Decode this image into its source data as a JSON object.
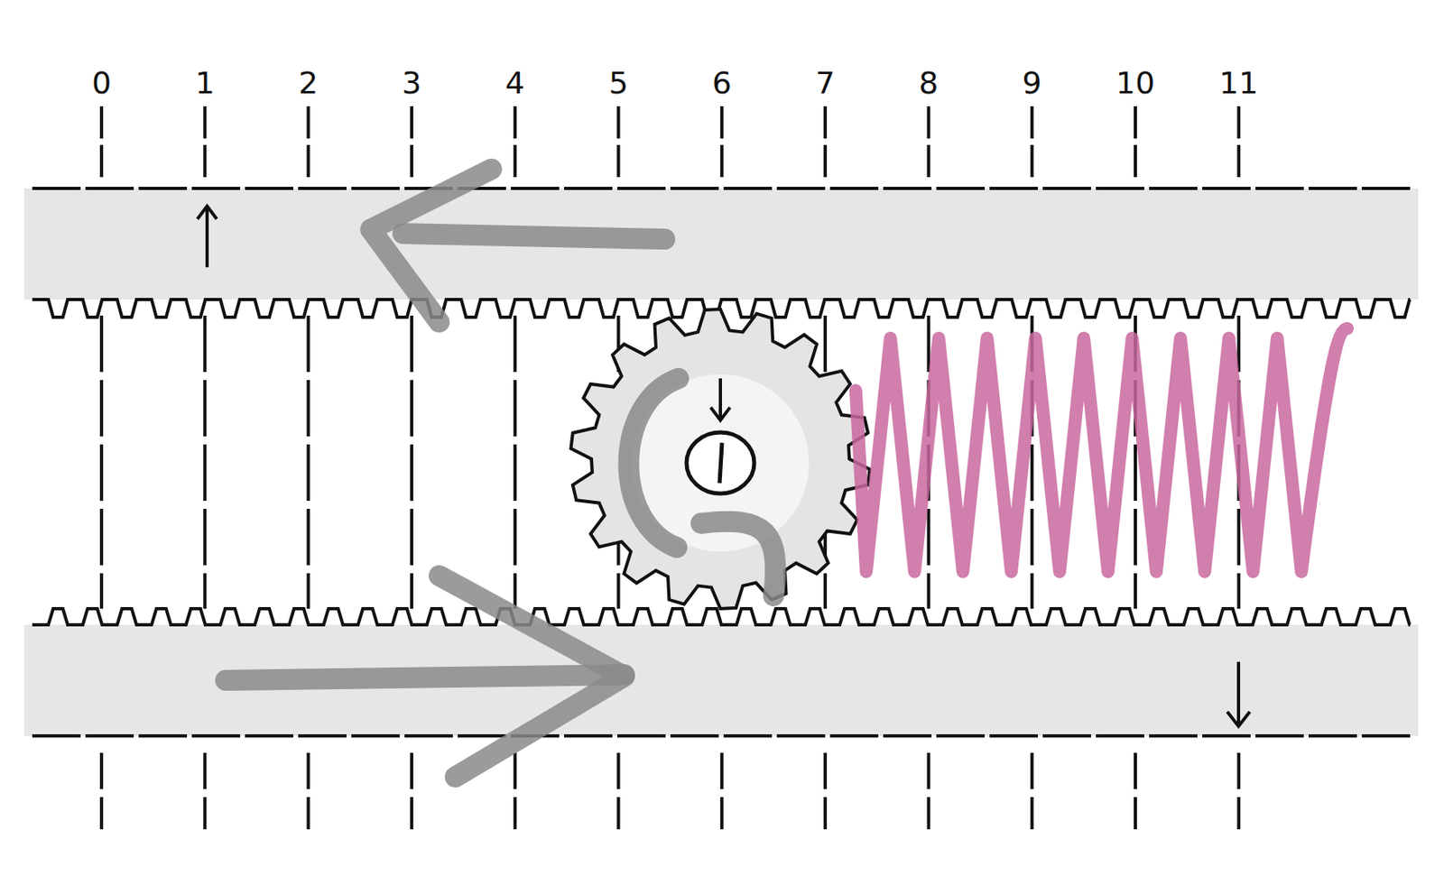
{
  "diagram": {
    "labels": [
      "0",
      "1",
      "2",
      "3",
      "4",
      "5",
      "6",
      "7",
      "8",
      "9",
      "10",
      "11"
    ]
  }
}
